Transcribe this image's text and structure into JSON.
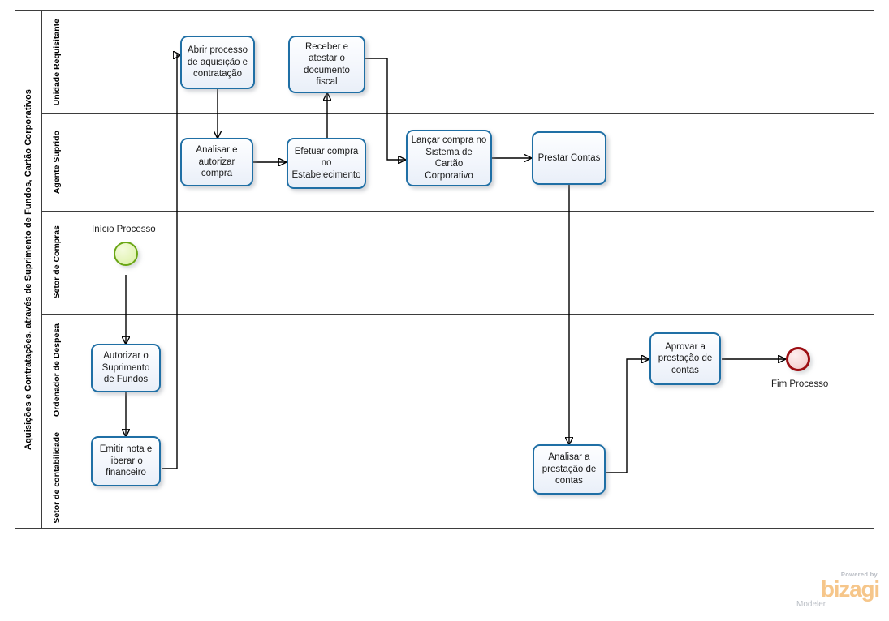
{
  "diagram": {
    "type": "bpmn-process",
    "pool_title": "Aquisições e Contratações, através de Suprimento de Fundos, Cartão Corporativos",
    "lanes": [
      {
        "id": "lane-unidade-requisitante",
        "label": "Unidade Requisitante"
      },
      {
        "id": "lane-agente-suprido",
        "label": "Agente Suprido"
      },
      {
        "id": "lane-setor-de-compras",
        "label": "Setor de Compras"
      },
      {
        "id": "lane-ordenador-de-despesa",
        "label": "Ordenador de Despesa"
      },
      {
        "id": "lane-setor-de-contabilidade",
        "label": "Setor de contabilidade"
      }
    ],
    "tasks": [
      {
        "id": "task-abrir-processo",
        "label": "Abrir processo de aquisição e contratação",
        "lane": "lane-unidade-requisitante"
      },
      {
        "id": "task-receber-atestar",
        "label": "Receber e atestar o documento fiscal",
        "lane": "lane-unidade-requisitante"
      },
      {
        "id": "task-analisar-autorizar",
        "label": "Analisar e autorizar compra",
        "lane": "lane-agente-suprido"
      },
      {
        "id": "task-efetuar-compra",
        "label": "Efetuar compra no Estabelecimento",
        "lane": "lane-agente-suprido"
      },
      {
        "id": "task-lancar-compra",
        "label": "Lançar compra no Sistema de Cartão Corporativo",
        "lane": "lane-agente-suprido"
      },
      {
        "id": "task-prestar-contas",
        "label": "Prestar Contas",
        "lane": "lane-agente-suprido"
      },
      {
        "id": "task-autorizar-suprimento",
        "label": "Autorizar o Suprimento de Fundos",
        "lane": "lane-ordenador-de-despesa"
      },
      {
        "id": "task-aprovar-prestacao",
        "label": "Aprovar a prestação de contas",
        "lane": "lane-ordenador-de-despesa"
      },
      {
        "id": "task-emitir-nota",
        "label": "Emitir nota e liberar o financeiro",
        "lane": "lane-setor-de-contabilidade"
      },
      {
        "id": "task-analisar-prestacao",
        "label": "Analisar a prestação de contas",
        "lane": "lane-setor-de-contabilidade"
      }
    ],
    "events": [
      {
        "id": "event-start",
        "label": "Início Processo",
        "type": "start",
        "lane": "lane-setor-de-compras"
      },
      {
        "id": "event-end",
        "label": "Fim Processo",
        "type": "end",
        "lane": "lane-ordenador-de-despesa"
      }
    ],
    "colors": {
      "task_border": "#1f6fa5",
      "task_fill": "#f3f6fc",
      "start_event_border": "#6aa615",
      "start_event_fill": "#e6f5bd",
      "end_event_border": "#9c0d12",
      "end_event_fill": "#f7d9d9",
      "lane_border": "#3d3d3d",
      "flow_line": "#000000",
      "brand_orange": "#f6c68a"
    }
  },
  "branding": {
    "powered_by": "Powered by",
    "brand": "bizagi",
    "product": "Modeler"
  }
}
